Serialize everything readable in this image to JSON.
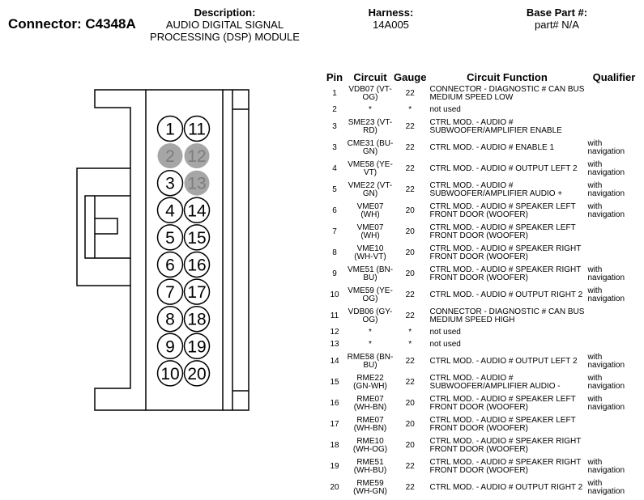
{
  "header": {
    "connector": "Connector: C4348A",
    "description_label": "Description:",
    "description_lines": [
      "AUDIO DIGITAL SIGNAL",
      "PROCESSING (DSP) MODULE"
    ],
    "harness_label": "Harness:",
    "harness_value": "14A005",
    "base_part_label": "Base Part #:",
    "base_part_value": "part# N/A"
  },
  "table": {
    "columns": [
      "Pin",
      "Circuit",
      "Gauge",
      "Circuit Function",
      "Qualifier"
    ],
    "rows": [
      {
        "pin": "1",
        "circuit": [
          "VDB07 (VT-",
          "OG)"
        ],
        "gauge": "22",
        "func": [
          "CONNECTOR - DIAGNOSTIC # CAN BUS",
          "MEDIUM SPEED LOW"
        ],
        "qual": []
      },
      {
        "pin": "2",
        "circuit": [
          "*"
        ],
        "gauge": "*",
        "func": [
          "not used"
        ],
        "qual": []
      },
      {
        "pin": "3",
        "circuit": [
          "SME23 (VT-",
          "RD)"
        ],
        "gauge": "22",
        "func": [
          "CTRL MOD. - AUDIO #",
          "SUBWOOFER/AMPLIFIER ENABLE"
        ],
        "qual": []
      },
      {
        "pin": "3",
        "circuit": [
          "CME31 (BU-",
          "GN)"
        ],
        "gauge": "22",
        "func": [
          "CTRL MOD. - AUDIO # ENABLE 1"
        ],
        "qual": [
          "with",
          "navigation"
        ]
      },
      {
        "pin": "4",
        "circuit": [
          "VME58 (YE-",
          "VT)"
        ],
        "gauge": "22",
        "func": [
          "CTRL MOD. - AUDIO # OUTPUT LEFT 2"
        ],
        "qual": [
          "with",
          "navigation"
        ]
      },
      {
        "pin": "5",
        "circuit": [
          "VME22 (VT-",
          "GN)"
        ],
        "gauge": "22",
        "func": [
          "CTRL MOD. - AUDIO #",
          "SUBWOOFER/AMPLIFIER AUDIO +"
        ],
        "qual": [
          "with",
          "navigation"
        ]
      },
      {
        "pin": "6",
        "circuit": [
          "VME07",
          "(WH)"
        ],
        "gauge": "20",
        "func": [
          "CTRL MOD. - AUDIO # SPEAKER LEFT",
          "FRONT DOOR (WOOFER)"
        ],
        "qual": [
          "with",
          "navigation"
        ]
      },
      {
        "pin": "7",
        "circuit": [
          "VME07",
          "(WH)"
        ],
        "gauge": "20",
        "func": [
          "CTRL MOD. - AUDIO # SPEAKER LEFT",
          "FRONT DOOR (WOOFER)"
        ],
        "qual": []
      },
      {
        "pin": "8",
        "circuit": [
          "VME10",
          "(WH-VT)"
        ],
        "gauge": "20",
        "func": [
          "CTRL MOD. - AUDIO # SPEAKER RIGHT",
          "FRONT DOOR (WOOFER)"
        ],
        "qual": []
      },
      {
        "pin": "9",
        "circuit": [
          "VME51 (BN-",
          "BU)"
        ],
        "gauge": "20",
        "func": [
          "CTRL MOD. - AUDIO # SPEAKER RIGHT",
          "FRONT DOOR (WOOFER)"
        ],
        "qual": [
          "with",
          "navigation"
        ]
      },
      {
        "pin": "10",
        "circuit": [
          "VME59 (YE-",
          "OG)"
        ],
        "gauge": "22",
        "func": [
          "CTRL MOD. - AUDIO # OUTPUT RIGHT 2"
        ],
        "qual": [
          "with",
          "navigation"
        ]
      },
      {
        "pin": "11",
        "circuit": [
          "VDB06 (GY-",
          "OG)"
        ],
        "gauge": "22",
        "func": [
          "CONNECTOR - DIAGNOSTIC # CAN BUS",
          "MEDIUM SPEED HIGH"
        ],
        "qual": []
      },
      {
        "pin": "12",
        "circuit": [
          "*"
        ],
        "gauge": "*",
        "func": [
          "not used"
        ],
        "qual": []
      },
      {
        "pin": "13",
        "circuit": [
          "*"
        ],
        "gauge": "*",
        "func": [
          "not used"
        ],
        "qual": []
      },
      {
        "pin": "14",
        "circuit": [
          "RME58 (BN-",
          "BU)"
        ],
        "gauge": "22",
        "func": [
          "CTRL MOD. - AUDIO # OUTPUT LEFT 2"
        ],
        "qual": [
          "with",
          "navigation"
        ]
      },
      {
        "pin": "15",
        "circuit": [
          "RME22",
          "(GN-WH)"
        ],
        "gauge": "22",
        "func": [
          "CTRL MOD. - AUDIO #",
          "SUBWOOFER/AMPLIFIER AUDIO -"
        ],
        "qual": [
          "with",
          "navigation"
        ]
      },
      {
        "pin": "16",
        "circuit": [
          "RME07",
          "(WH-BN)"
        ],
        "gauge": "20",
        "func": [
          "CTRL MOD. - AUDIO # SPEAKER LEFT",
          "FRONT DOOR (WOOFER)"
        ],
        "qual": [
          "with",
          "navigation"
        ]
      },
      {
        "pin": "17",
        "circuit": [
          "RME07",
          "(WH-BN)"
        ],
        "gauge": "20",
        "func": [
          "CTRL MOD. - AUDIO # SPEAKER LEFT",
          "FRONT DOOR (WOOFER)"
        ],
        "qual": []
      },
      {
        "pin": "18",
        "circuit": [
          "RME10",
          "(WH-OG)"
        ],
        "gauge": "20",
        "func": [
          "CTRL MOD. - AUDIO # SPEAKER RIGHT",
          "FRONT DOOR (WOOFER)"
        ],
        "qual": []
      },
      {
        "pin": "19",
        "circuit": [
          "RME51",
          "(WH-BU)"
        ],
        "gauge": "22",
        "func": [
          "CTRL MOD. - AUDIO # SPEAKER RIGHT",
          "FRONT DOOR (WOOFER)"
        ],
        "qual": [
          "with",
          "navigation"
        ]
      },
      {
        "pin": "20",
        "circuit": [
          "RME59",
          "(WH-GN)"
        ],
        "gauge": "22",
        "func": [
          "CTRL MOD. - AUDIO # OUTPUT RIGHT 2"
        ],
        "qual": [
          "with",
          "navigation"
        ]
      }
    ]
  },
  "diagram": {
    "pins_left": [
      "1",
      "2",
      "3",
      "4",
      "5",
      "6",
      "7",
      "8",
      "9",
      "10"
    ],
    "pins_right": [
      "11",
      "12",
      "13",
      "14",
      "15",
      "16",
      "17",
      "18",
      "19",
      "20"
    ],
    "unused_pins": [
      "2",
      "12",
      "13"
    ],
    "unused_fill": "#a6a6a6"
  }
}
